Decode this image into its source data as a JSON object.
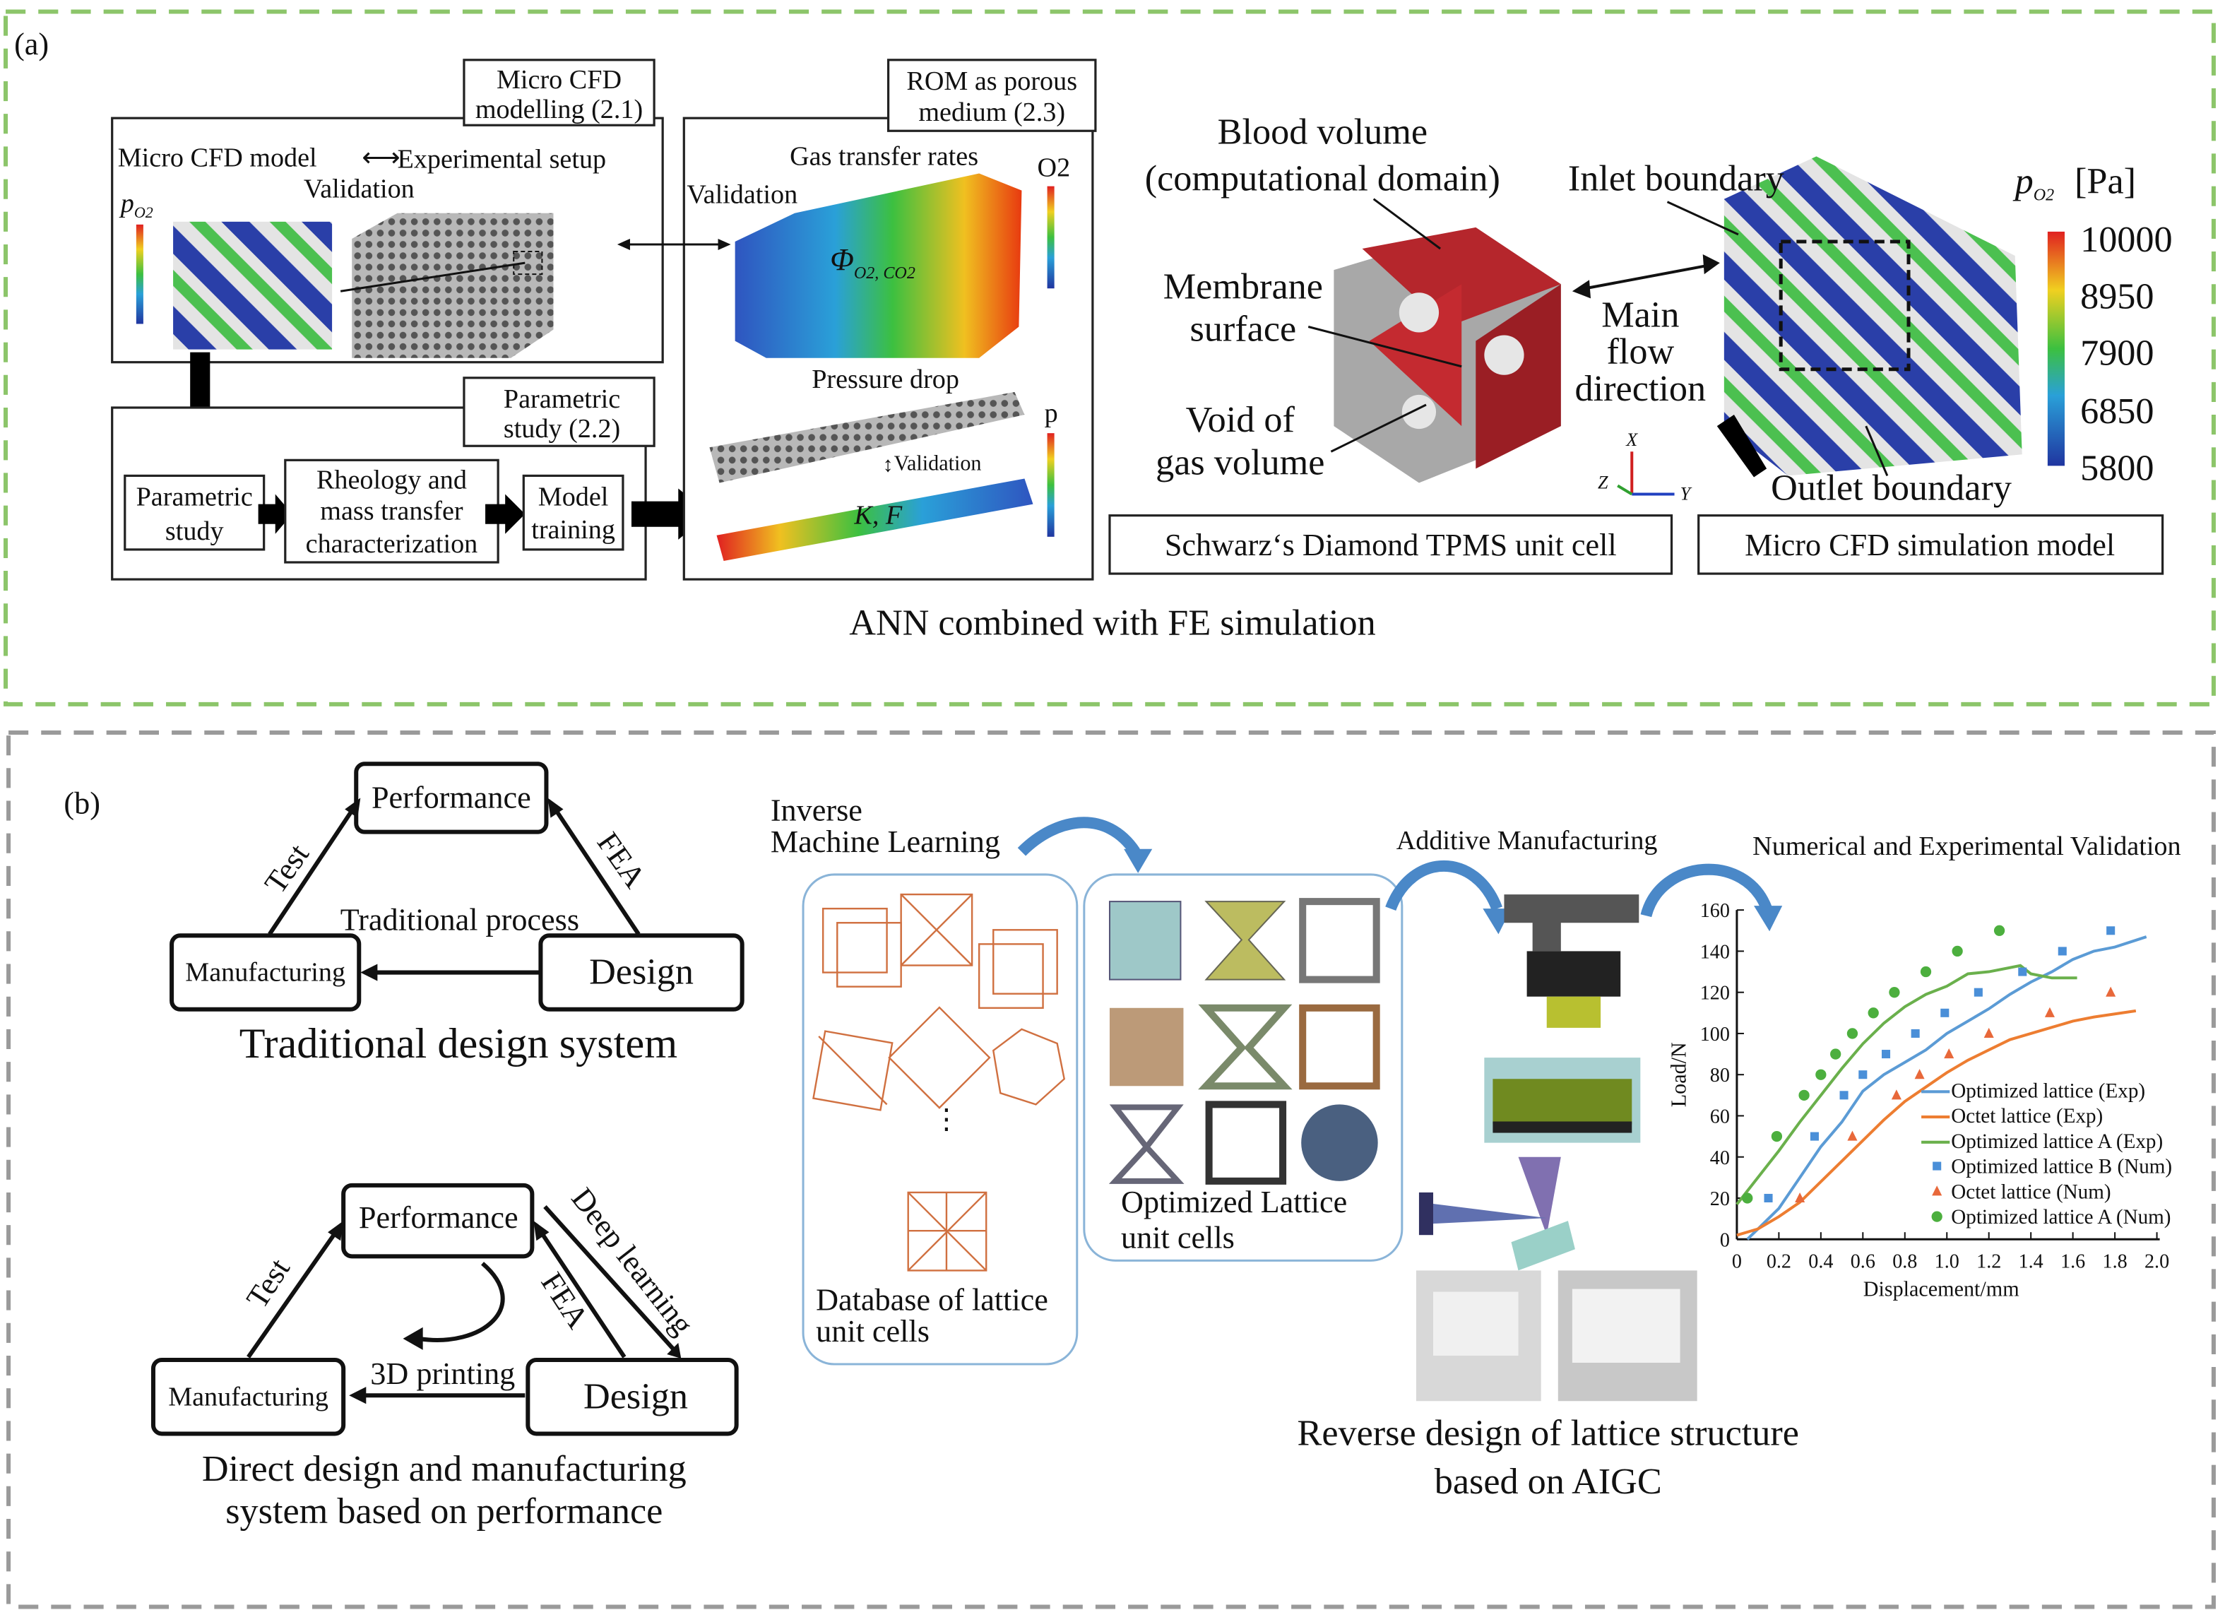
{
  "panel_a": {
    "label": "(a)",
    "border_color": "#8cc56a",
    "micro_cfd_modelling": [
      "Micro CFD",
      "modelling (2.1)"
    ],
    "micro_cfd_model": "Micro CFD model",
    "experimental_setup": "Experimental setup",
    "validation": "Validation",
    "p_symbol": "p",
    "p_sub": "O2",
    "rom": [
      "ROM as porous",
      "medium (2.3)"
    ],
    "gas_transfer_rates": "Gas transfer rates",
    "o2": "O2",
    "phi": "Φ",
    "phi_sub": "O2, CO2",
    "pressure_drop": "Pressure drop",
    "p_label": "p",
    "kf": "K, F",
    "parametric_study_header": [
      "Parametric",
      "study (2.2)"
    ],
    "parametric_study": [
      "Parametric",
      "study"
    ],
    "rheology": [
      "Rheology and",
      "mass transfer",
      "characterization"
    ],
    "model_training": [
      "Model",
      "training"
    ],
    "blood_volume": [
      "Blood volume",
      "(computational domain)"
    ],
    "membrane_surface": [
      "Membrane",
      "surface"
    ],
    "void_gas": [
      "Void of",
      "gas volume"
    ],
    "main_flow": [
      "Main",
      "flow",
      "direction"
    ],
    "inlet_boundary": "Inlet boundary",
    "outlet_boundary": "Outlet boundary",
    "axes": [
      "X",
      "Z",
      "Y"
    ],
    "unit_label": "[Pa]",
    "colorbar_values": [
      "10000",
      "8950",
      "7900",
      "6850",
      "5800"
    ],
    "schwarz": "Schwarz‘s Diamond TPMS unit cell",
    "micro_sim": "Micro CFD simulation model",
    "caption": "ANN combined with FE simulation"
  },
  "panel_b": {
    "label": "(b)",
    "border_color": "#9a9a9a",
    "trad": {
      "performance": "Performance",
      "manufacturing": "Manufacturing",
      "design": "Design",
      "test": "Test",
      "fea": "FEA",
      "process": "Traditional process",
      "caption": "Traditional design system"
    },
    "direct": {
      "performance": "Performance",
      "manufacturing": "Manufacturing",
      "design": "Design",
      "test": "Test",
      "fea": "FEA",
      "deep_learning": "Deep learning",
      "printing": "3D printing",
      "caption": [
        "Direct design and manufacturing",
        "system based on performance"
      ]
    },
    "inverse_ml": [
      "Inverse",
      "Machine Learning"
    ],
    "database": [
      "Database of lattice",
      "unit cells"
    ],
    "optimized": [
      "Optimized Lattice",
      "unit cells"
    ],
    "additive": "Additive Manufacturing",
    "validation_title": "Numerical and Experimental Validation",
    "caption": [
      "Reverse design of lattice structure",
      "based on AIGC"
    ]
  },
  "chart_data": {
    "type": "line",
    "xlabel": "Displacement/mm",
    "ylabel": "Load/N",
    "xlim": [
      0,
      2.0
    ],
    "ylim": [
      0,
      160
    ],
    "xticks": [
      "0",
      "0.2",
      "0.4",
      "0.6",
      "0.8",
      "1.0",
      "1.2",
      "1.4",
      "1.6",
      "1.8",
      "2.0"
    ],
    "yticks": [
      "0",
      "20",
      "40",
      "60",
      "80",
      "100",
      "120",
      "140",
      "160"
    ],
    "legend": "bottom-right",
    "grid": false,
    "series": [
      {
        "name": "Optimized lattice (Exp)",
        "kind": "line",
        "color": "#5b9bd5",
        "points": [
          [
            0.05,
            0
          ],
          [
            0.1,
            5
          ],
          [
            0.2,
            15
          ],
          [
            0.3,
            30
          ],
          [
            0.4,
            45
          ],
          [
            0.5,
            57
          ],
          [
            0.6,
            72
          ],
          [
            0.7,
            80
          ],
          [
            0.8,
            86
          ],
          [
            0.9,
            92
          ],
          [
            1.0,
            100
          ],
          [
            1.1,
            106
          ],
          [
            1.2,
            112
          ],
          [
            1.3,
            119
          ],
          [
            1.4,
            125
          ],
          [
            1.5,
            130
          ],
          [
            1.6,
            136
          ],
          [
            1.7,
            140
          ],
          [
            1.8,
            142
          ],
          [
            1.95,
            147
          ]
        ]
      },
      {
        "name": "Octet lattice (Exp)",
        "kind": "line",
        "color": "#ed7d31",
        "points": [
          [
            0,
            2
          ],
          [
            0.1,
            5
          ],
          [
            0.2,
            11
          ],
          [
            0.3,
            18
          ],
          [
            0.4,
            28
          ],
          [
            0.5,
            38
          ],
          [
            0.6,
            48
          ],
          [
            0.7,
            58
          ],
          [
            0.8,
            67
          ],
          [
            0.9,
            74
          ],
          [
            1.0,
            81
          ],
          [
            1.1,
            87
          ],
          [
            1.2,
            92
          ],
          [
            1.3,
            97
          ],
          [
            1.4,
            100
          ],
          [
            1.5,
            103
          ],
          [
            1.6,
            106
          ],
          [
            1.7,
            108
          ],
          [
            1.9,
            111
          ]
        ]
      },
      {
        "name": "Optimized lattice A (Exp)",
        "kind": "line",
        "color": "#6ab04c",
        "points": [
          [
            0,
            17
          ],
          [
            0.1,
            30
          ],
          [
            0.2,
            43
          ],
          [
            0.3,
            57
          ],
          [
            0.4,
            70
          ],
          [
            0.5,
            83
          ],
          [
            0.6,
            95
          ],
          [
            0.7,
            105
          ],
          [
            0.8,
            113
          ],
          [
            0.9,
            119
          ],
          [
            1.0,
            123
          ],
          [
            1.1,
            129
          ],
          [
            1.2,
            130
          ],
          [
            1.3,
            132
          ],
          [
            1.35,
            133
          ],
          [
            1.4,
            129
          ],
          [
            1.5,
            127
          ],
          [
            1.62,
            127
          ]
        ]
      },
      {
        "name": "Optimized lattice B (Num)",
        "kind": "square",
        "color": "#4a8fd8",
        "points": [
          [
            0.15,
            20
          ],
          [
            0.37,
            50
          ],
          [
            0.51,
            70
          ],
          [
            0.6,
            80
          ],
          [
            0.71,
            90
          ],
          [
            0.85,
            100
          ],
          [
            0.99,
            110
          ],
          [
            1.15,
            120
          ],
          [
            1.36,
            130
          ],
          [
            1.55,
            140
          ],
          [
            1.78,
            150
          ]
        ]
      },
      {
        "name": "Octet lattice (Num)",
        "kind": "triangle",
        "color": "#e8683a",
        "points": [
          [
            0.3,
            20
          ],
          [
            0.55,
            50
          ],
          [
            0.76,
            70
          ],
          [
            0.87,
            80
          ],
          [
            1.01,
            90
          ],
          [
            1.2,
            100
          ],
          [
            1.49,
            110
          ],
          [
            1.78,
            120
          ]
        ]
      },
      {
        "name": "Optimized lattice A (Num)",
        "kind": "circle",
        "color": "#4caf3e",
        "points": [
          [
            0.05,
            20
          ],
          [
            0.19,
            50
          ],
          [
            0.32,
            70
          ],
          [
            0.4,
            80
          ],
          [
            0.47,
            90
          ],
          [
            0.55,
            100
          ],
          [
            0.65,
            110
          ],
          [
            0.75,
            120
          ],
          [
            0.9,
            130
          ],
          [
            1.05,
            140
          ],
          [
            1.25,
            150
          ]
        ]
      }
    ]
  }
}
